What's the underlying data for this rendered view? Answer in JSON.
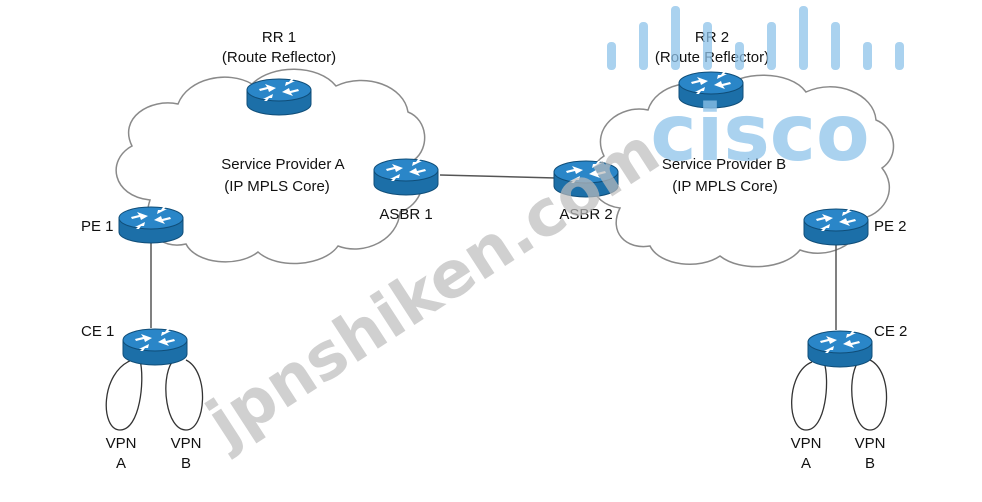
{
  "diagram": {
    "nodes": {
      "rr1": {
        "label": "RR 1",
        "sublabel": "(Route Reflector)"
      },
      "rr2": {
        "label": "RR 2",
        "sublabel": "(Route Reflector)"
      },
      "asbr1": {
        "label": "ASBR 1"
      },
      "asbr2": {
        "label": "ASBR 2"
      },
      "pe1": {
        "label": "PE 1"
      },
      "pe2": {
        "label": "PE 2"
      },
      "ce1": {
        "label": "CE 1"
      },
      "ce2": {
        "label": "CE 2"
      }
    },
    "clouds": {
      "left": {
        "line1": "Service Provider A",
        "line2": "(IP MPLS Core)"
      },
      "right": {
        "line1": "Service Provider B",
        "line2": "(IP MPLS Core)"
      }
    },
    "vpn_loops": {
      "ce1_a": {
        "line1": "VPN",
        "line2": "A"
      },
      "ce1_b": {
        "line1": "VPN",
        "line2": "B"
      },
      "ce2_a": {
        "line1": "VPN",
        "line2": "A"
      },
      "ce2_b": {
        "line1": "VPN",
        "line2": "B"
      }
    },
    "links": [
      {
        "from": "asbr1",
        "to": "asbr2"
      },
      {
        "from": "pe1",
        "to": "ce1"
      },
      {
        "from": "pe2",
        "to": "ce2"
      }
    ]
  },
  "watermark": {
    "text": "jpnshiken.com",
    "logo_text": "cisco",
    "color": "#c8c8c8",
    "logo_color": "#8ec3ea"
  },
  "colors": {
    "router_body": "#1f7fc0",
    "router_top": "#5aa6db",
    "cloud_stroke": "#8a8a8a",
    "link": "#555555"
  }
}
